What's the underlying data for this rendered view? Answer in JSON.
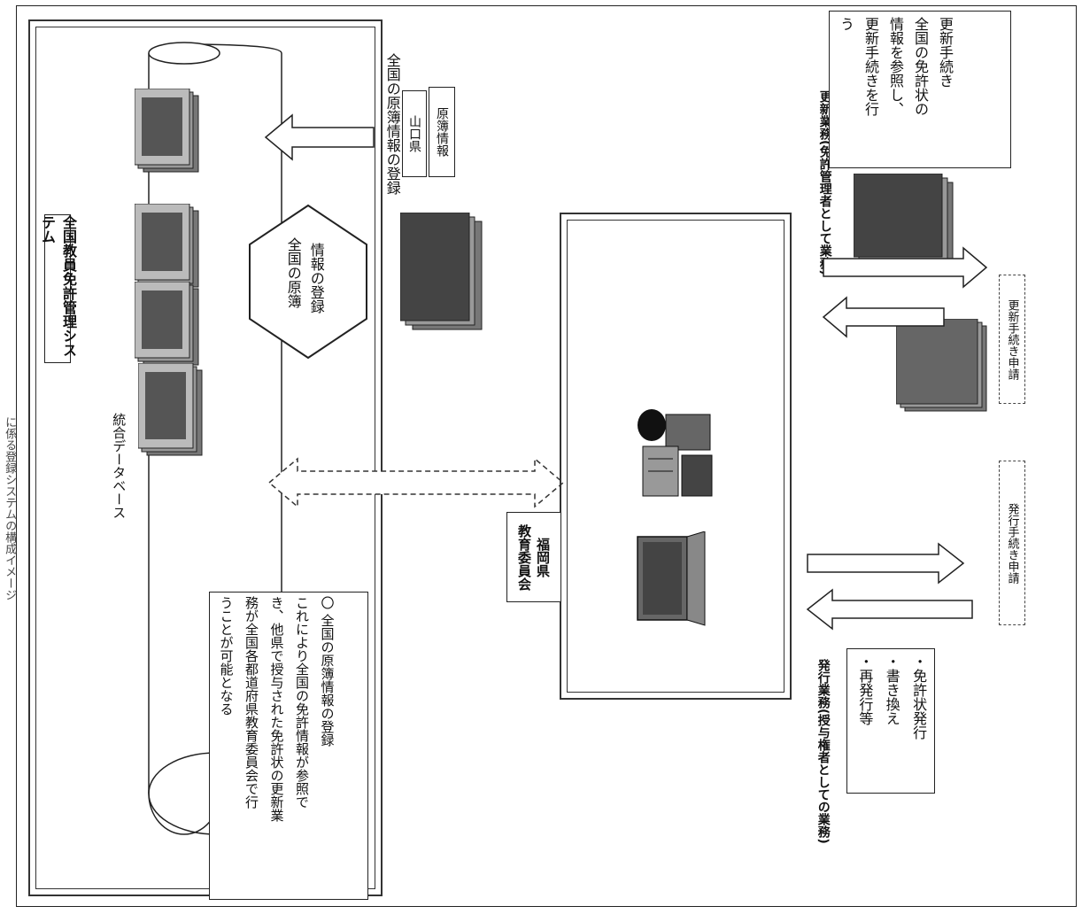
{
  "header_cut": "に係る登録システムの構成イメージ",
  "system_title": "全国教員免許管理システム",
  "database_label": "統合データベース",
  "hexagon_text": [
    "全国の原簿",
    "情報の登録"
  ],
  "top_registration_label": "全国の原簿情報の登録",
  "top_tags": [
    "山口県",
    "原簿情報"
  ],
  "center_box_label": [
    "福岡県",
    "教育委員会"
  ],
  "note_box": {
    "lines": [
      "〇 全国の原簿情報の登録",
      "これにより全国の免許情報が参照で",
      "き、他県で授与された免許状の更新業",
      "務が全国各都道府県教育委員会で行",
      "うことが可能となる"
    ]
  },
  "renewal_heading": "更新業務(免許管理者として業務)",
  "renewal_box_lines": [
    "更新手続き",
    "全国の免許状の",
    "情報を参照し、",
    "更新手続きを行",
    "う"
  ],
  "renewal_apply": "更新手続き申請",
  "issue_heading": "発行業務(授与権者としての業務)",
  "issue_box_lines": [
    "・免許状発行",
    "・書き換え",
    "・再発行等"
  ],
  "issue_apply": "発行手続き申請",
  "colors": {
    "line": "#222222",
    "doc_dark": "#555555",
    "doc_light": "#9a9a9a"
  }
}
